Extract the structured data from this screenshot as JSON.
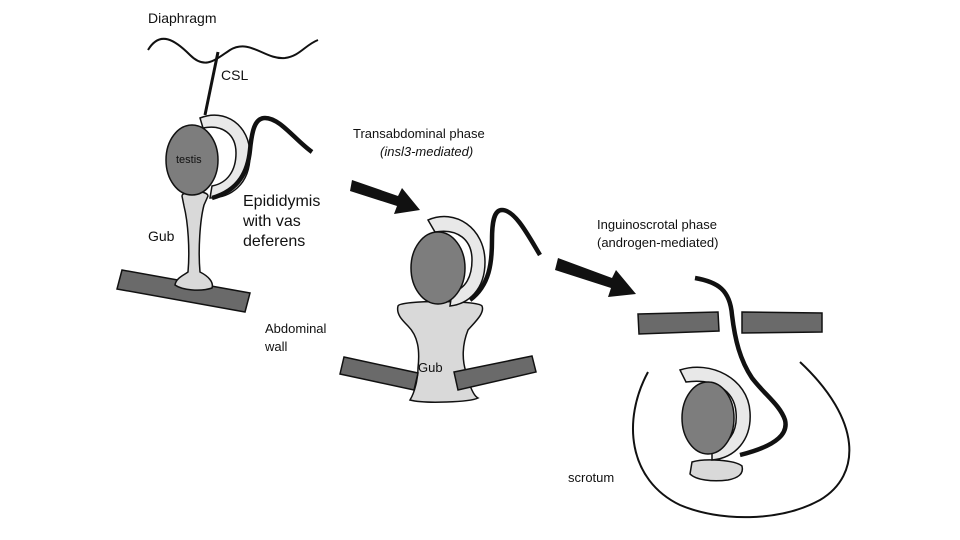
{
  "labels": {
    "diaphragm": "Diaphragm",
    "csl": "CSL",
    "testis": "testis",
    "epididymis_line1": "Epididymis",
    "epididymis_line2": "with vas",
    "epididymis_line3": "deferens",
    "gub_stage1": "Gub",
    "gub_stage2": "Gub",
    "abdominal_line1": "Abdominal",
    "abdominal_line2": "wall",
    "transabdominal_title": "Transabdominal phase",
    "transabdominal_sub": "(insl3-mediated)",
    "inguinoscrotal_title": "Inguinoscrotal phase",
    "inguinoscrotal_sub": "(androgen-mediated)",
    "scrotum": "scrotum"
  },
  "colors": {
    "testis": "#7d7d7d",
    "wall": "#6a6a6a",
    "gubernaculum": "#d9d9d9",
    "epididymis": "#e8e8e8",
    "stroke": "#111111"
  }
}
